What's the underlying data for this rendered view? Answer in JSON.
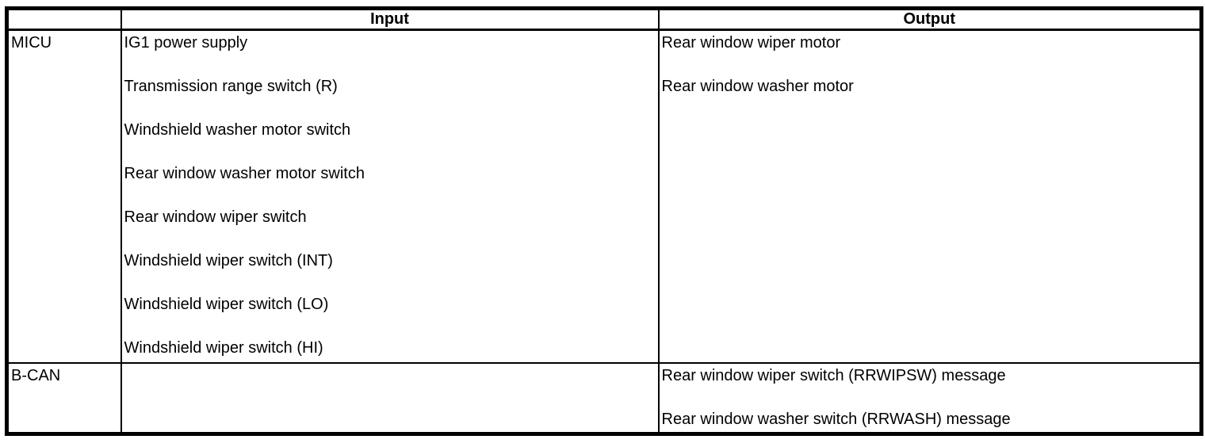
{
  "table": {
    "columns": [
      "",
      "Input",
      "Output"
    ],
    "rows": [
      {
        "label": "MICU",
        "input": [
          "IG1 power supply",
          "Transmission range switch (R)",
          "Windshield washer motor switch",
          "Rear window washer motor switch",
          "Rear window wiper switch",
          "Windshield wiper switch (INT)",
          "Windshield wiper switch (LO)",
          "Windshield wiper switch (HI)"
        ],
        "output": [
          "Rear window wiper motor",
          "Rear window washer motor"
        ]
      },
      {
        "label": "B-CAN",
        "input": [],
        "output": [
          "Rear window wiper switch (RRWIPSW) message",
          "Rear window washer switch (RRWASH) message"
        ]
      }
    ],
    "colors": {
      "border": "#000000",
      "text": "#000000",
      "background": "#ffffff"
    }
  }
}
